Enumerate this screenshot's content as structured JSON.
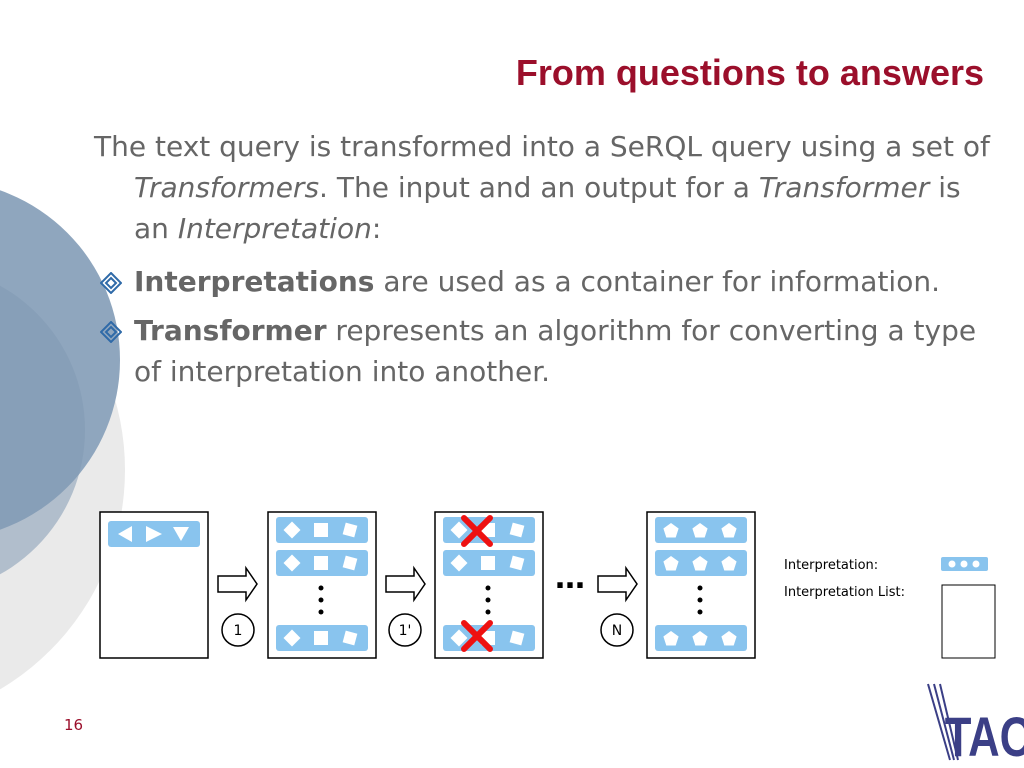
{
  "slide": {
    "title": "From questions to answers",
    "intro": {
      "t1": "The text query is transformed into a SeRQL query using a set of ",
      "t2": "Transformers",
      "t3": ". The input and an output for a ",
      "t4": "Transformer",
      "t5": " is an ",
      "t6": "Interpretation",
      "t7": ":"
    },
    "bullets": [
      {
        "bold": "Interpretations",
        "rest": " are used as a container for information."
      },
      {
        "bold": "Transformer",
        "rest": " represents an algorithm for converting a type of interpretation into another."
      }
    ],
    "page_number": "16"
  },
  "figure": {
    "steps": [
      "1",
      "1'",
      "N"
    ],
    "ellipsis": "…",
    "legend": {
      "interpretation": "Interpretation:",
      "interpretation_list": "Interpretation List:"
    }
  },
  "logo": {
    "text": "TAO"
  },
  "colors": {
    "title": "#9b0f2b",
    "body_text": "#666666",
    "bullet_marker": "#2f6aa8",
    "interpretation_fill": "#89c4ee",
    "cross": "#ee1111",
    "logo": "#3b3f86",
    "decor": "#8ba3bd"
  }
}
